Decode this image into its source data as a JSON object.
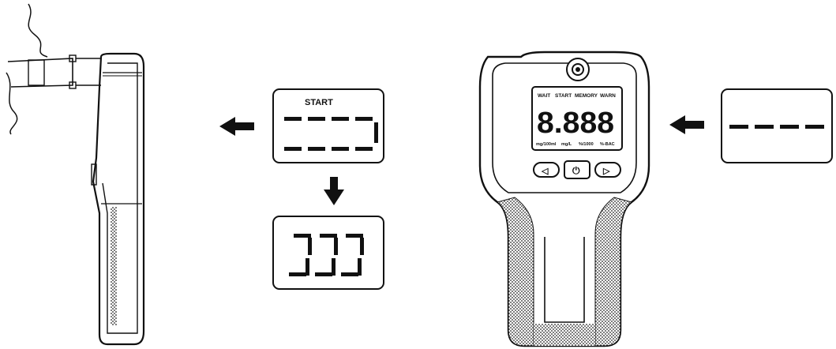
{
  "diagram": {
    "start_display": {
      "label": "START"
    },
    "device_front": {
      "status_labels": [
        "WAIT",
        "START",
        "MEMORY",
        "WARN"
      ],
      "reading": "8.888",
      "unit_labels": [
        "mg/100ml",
        "mg/L",
        "%/1000",
        "%-BAC"
      ],
      "buttons": [
        "◁",
        "⏻",
        "▷"
      ]
    }
  }
}
